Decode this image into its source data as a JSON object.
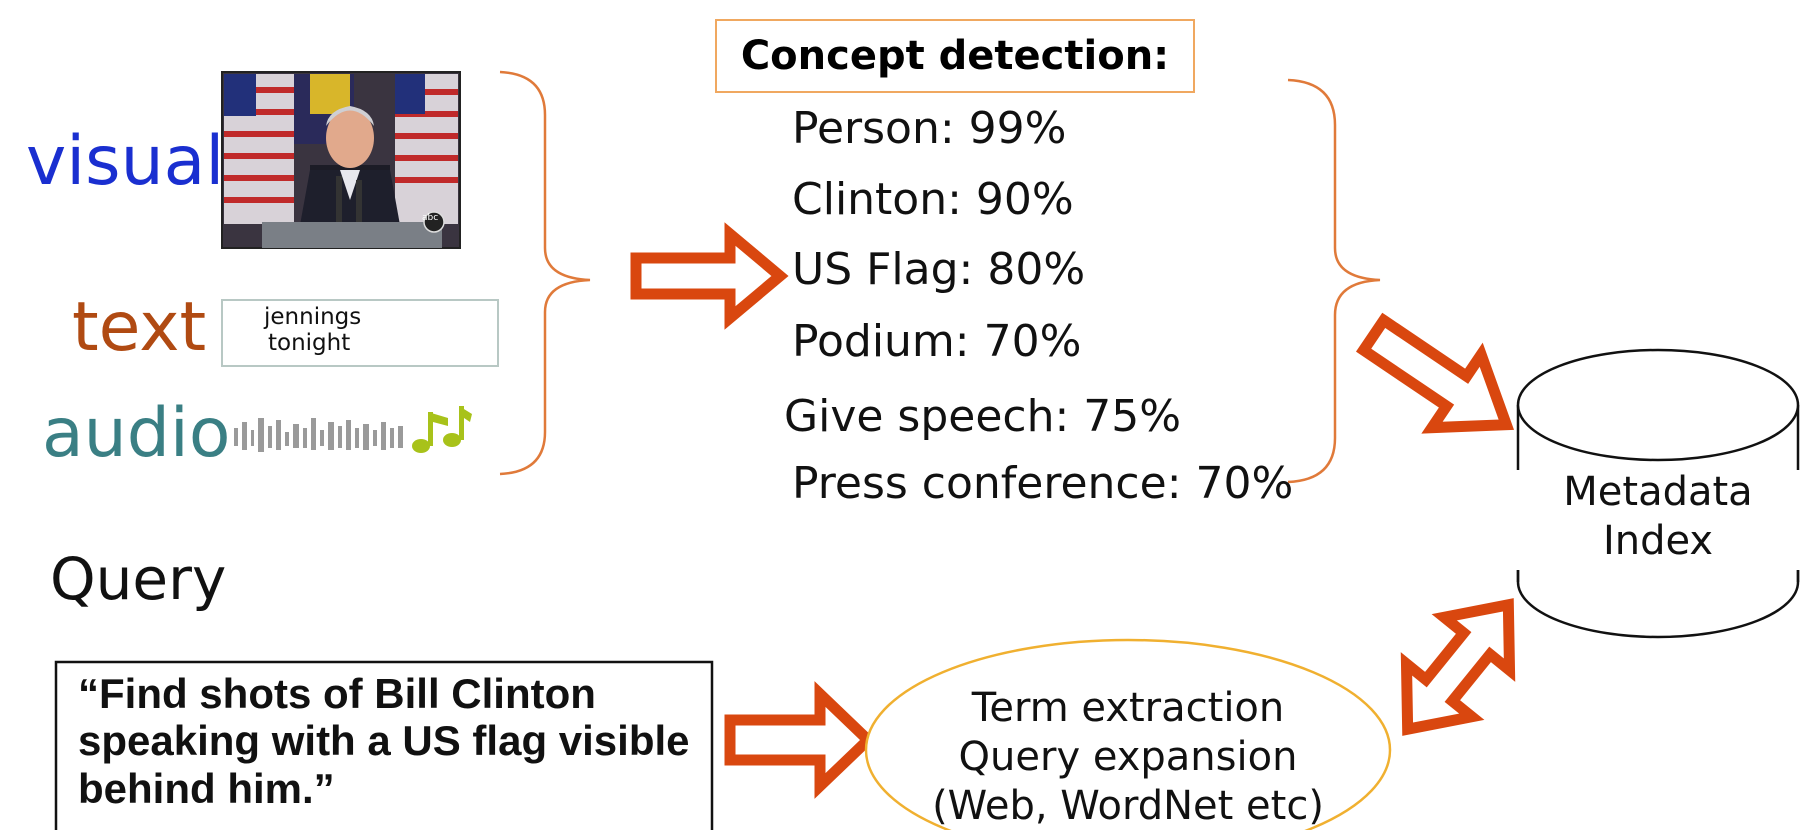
{
  "modalities": {
    "visual": "visual",
    "text": "text",
    "audio": "audio"
  },
  "text_snippet": {
    "line1": "jennings",
    "line2": "tonight"
  },
  "visual_thumbnail": {
    "logo": "abc"
  },
  "concept_detection": {
    "title": "Concept detection:",
    "items": [
      "Person: 99%",
      "Clinton: 90%",
      "US Flag: 80%",
      "Podium: 70%",
      "Give speech: 75%",
      "Press conference: 70%"
    ]
  },
  "metadata_index": {
    "line1": "Metadata",
    "line2": "Index"
  },
  "query": {
    "heading": "Query",
    "text": "“Find shots of Bill Clinton speaking with a US flag visible behind him.”"
  },
  "term_extraction": {
    "line1": "Term extraction",
    "line2": "Query expansion",
    "line3": "(Web, WordNet etc)"
  },
  "colors": {
    "visual": "#1a2fd0",
    "text": "#b04a12",
    "audio": "#3a7f84",
    "arrow": "#d9470f",
    "brace": "#e07a3a",
    "title_box_border": "#f0a860",
    "ellipse_border": "#f0b030",
    "music_note": "#a8c21a"
  }
}
